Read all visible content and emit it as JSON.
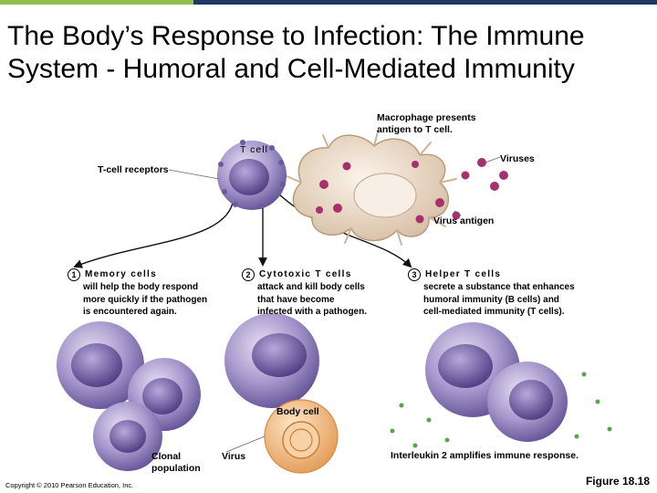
{
  "title": "The Body’s Response to Infection:  The Immune System - Humoral and Cell-Mediated Immunity",
  "labels": {
    "macrophage": "Macrophage presents\nantigen to T cell.",
    "t_cell": "T cell",
    "viruses": "Viruses",
    "t_cell_receptors": "T-cell receptors",
    "virus_antigen": "Virus antigen",
    "body_cell": "Body cell",
    "clonal_population": "Clonal\npopulation",
    "virus": "Virus",
    "interleukin": "Interleukin 2 amplifies immune response."
  },
  "steps": [
    {
      "number": "1",
      "title": "Memory cells",
      "description": "will help the body respond\nmore quickly if the pathogen\nis encountered again."
    },
    {
      "number": "2",
      "title": "Cytotoxic T cells",
      "description": "attack and kill body cells\nthat have become\ninfected with a pathogen."
    },
    {
      "number": "3",
      "title": "Helper T cells",
      "description": "secrete a substance that enhances\nhumoral immunity (B cells) and\ncell-mediated immunity (T cells)."
    }
  ],
  "footer": {
    "copyright": "Copyright © 2010 Pearson Education, Inc.",
    "figure": "Figure 18.18"
  },
  "colors": {
    "t_cell": "#9a88c2",
    "t_cell_nucleus": "#5e4a93",
    "macrophage": "#ead8c6",
    "virus": "#a8306e",
    "body_cell": "#f3c48d",
    "interleukin": "#5aa34a",
    "bar_green": "#8fbf4d",
    "bar_navy": "#1f3864"
  }
}
